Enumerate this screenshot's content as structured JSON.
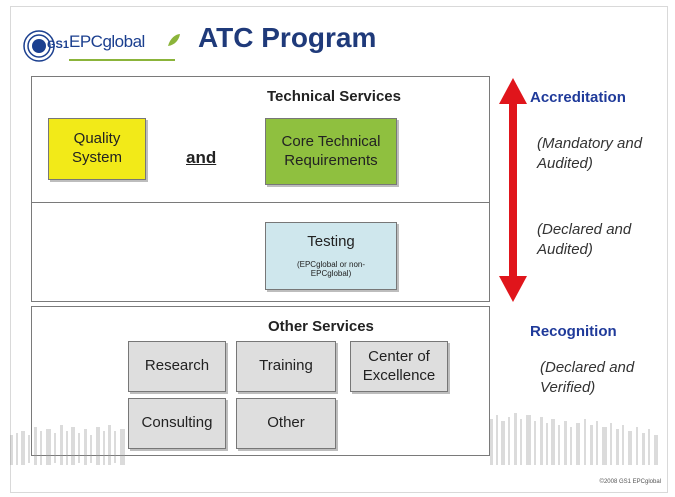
{
  "header": {
    "logo_gs1": "GS1",
    "logo_epc": "EPCglobal",
    "title": "ATC Program"
  },
  "top_section": {
    "heading": "Technical Services",
    "quality": "Quality System",
    "and": "and",
    "core": "Core Technical Requirements",
    "testing": "Testing",
    "testing_note": "(EPCglobal or non-EPCglobal)"
  },
  "bottom_section": {
    "heading": "Other Services",
    "research": "Research",
    "training": "Training",
    "excellence": "Center of Excellence",
    "consulting": "Consulting",
    "other": "Other"
  },
  "side": {
    "accreditation": "Accreditation",
    "mandatory": "(Mandatory and Audited)",
    "declared_audited": "(Declared and Audited)",
    "recognition": "Recognition",
    "declared_verified": "(Declared and Verified)"
  },
  "footer": {
    "copyright": "©2008 GS1 EPCglobal"
  },
  "colors": {
    "title": "#1f3a7a",
    "quality": "#f2ea18",
    "core": "#8fc03f",
    "testing": "#cfe7ed",
    "arrow": "#e0151b",
    "side_label": "#1f3a9a"
  }
}
